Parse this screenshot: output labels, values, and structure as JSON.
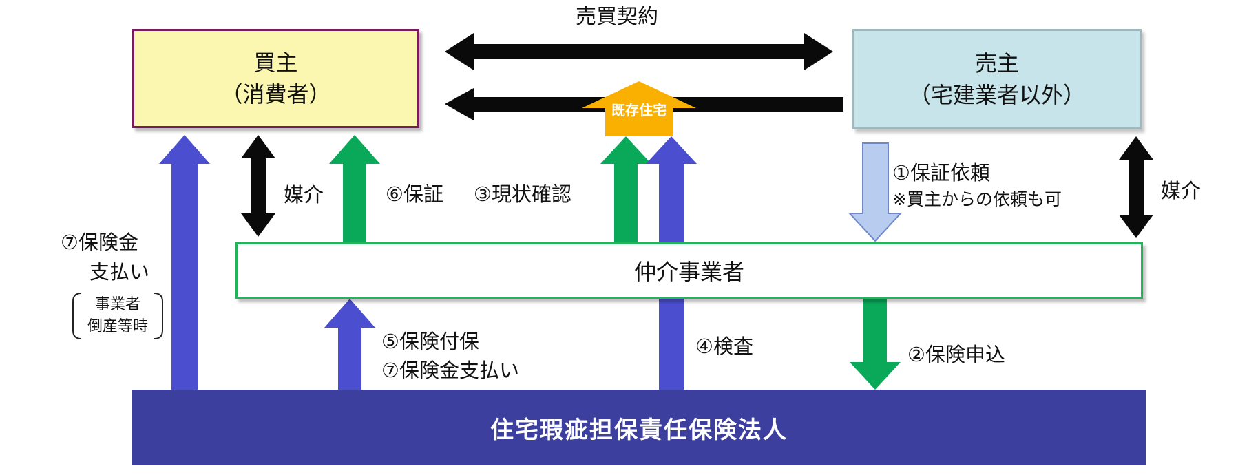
{
  "colors": {
    "black_arrow": "#0a0a0a",
    "green_arrow": "#0aa95a",
    "purple_arrow": "#4b4fcf",
    "orange_arrow": "#f9b000",
    "light_blue_arrow": "#b8ccf0",
    "insurer_fill": "#3d3f9e",
    "buyer_fill": "#fbf7b0",
    "seller_fill": "#c6e4e9"
  },
  "nodes": {
    "buyer": {
      "line1": "買主",
      "line2": "（消費者）"
    },
    "seller": {
      "line1": "売主",
      "line2": "（宅建業者以外）"
    },
    "broker": "仲介事業者",
    "insurer": "住宅瑕疵担保責任保険法人",
    "existing_house": "既存住宅"
  },
  "labels": {
    "contract": "売買契約",
    "mediation_left": "媒介",
    "mediation_right": "媒介",
    "guarantee_request": "①保証依頼",
    "guarantee_request_note": "※買主からの依頼も可",
    "insurance_application": "②保険申込",
    "status_check": "③現状確認",
    "inspection": "④検査",
    "coverage_line1": "⑤保険付保",
    "coverage_line2": "⑦保険金支払い",
    "guarantee": "⑥保証",
    "payment_line1": "⑦保険金",
    "payment_line2": "支払い",
    "bankruptcy_line1": "事業者",
    "bankruptcy_line2": "倒産等時"
  }
}
